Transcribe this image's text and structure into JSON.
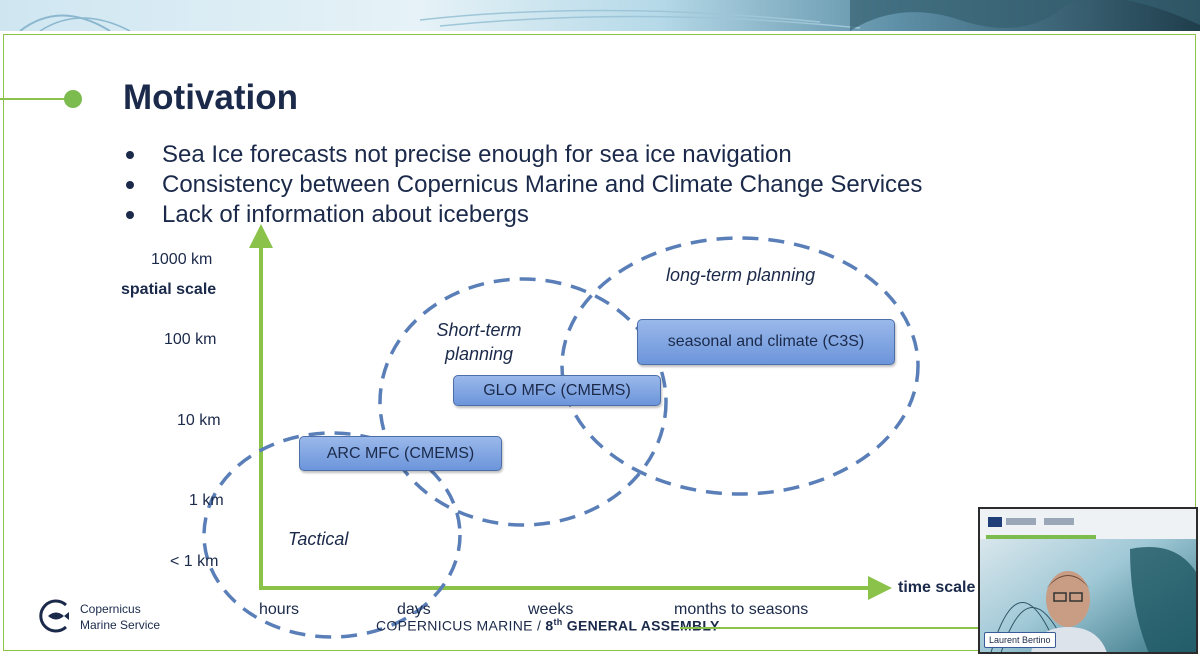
{
  "slide": {
    "title": "Motivation",
    "bullets": [
      "Sea Ice forecasts not precise enough for sea ice navigation",
      "Consistency between Copernicus Marine and Climate Change Services",
      "Lack of information about icebergs"
    ]
  },
  "diagram": {
    "y_axis_title": "spatial scale",
    "x_axis_title": "time scale",
    "y_labels": [
      "1000 km",
      "100 km",
      "10 km",
      "1 km",
      "< 1 km"
    ],
    "x_labels": [
      "hours",
      "days",
      "weeks",
      "months to seasons"
    ],
    "regions": [
      "Tactical",
      "Short-term planning",
      "long-term planning"
    ],
    "boxes": [
      "ARC MFC (CMEMS)",
      "GLO MFC (CMEMS)",
      "seasonal and climate (C3S)"
    ]
  },
  "footer": {
    "logo_line1": "Copernicus",
    "logo_line2": "Marine Service",
    "event_prefix": "COPERNICUS MARINE / ",
    "event_num": "8",
    "event_sup": "th",
    "event_suffix": " GENERAL ASSEMBLY"
  },
  "video": {
    "participant_name": "Laurent Bertino"
  },
  "colors": {
    "accent_green": "#8bc34a",
    "navy_text": "#1b2a4a",
    "dashed_blue": "#5a7fb8"
  }
}
